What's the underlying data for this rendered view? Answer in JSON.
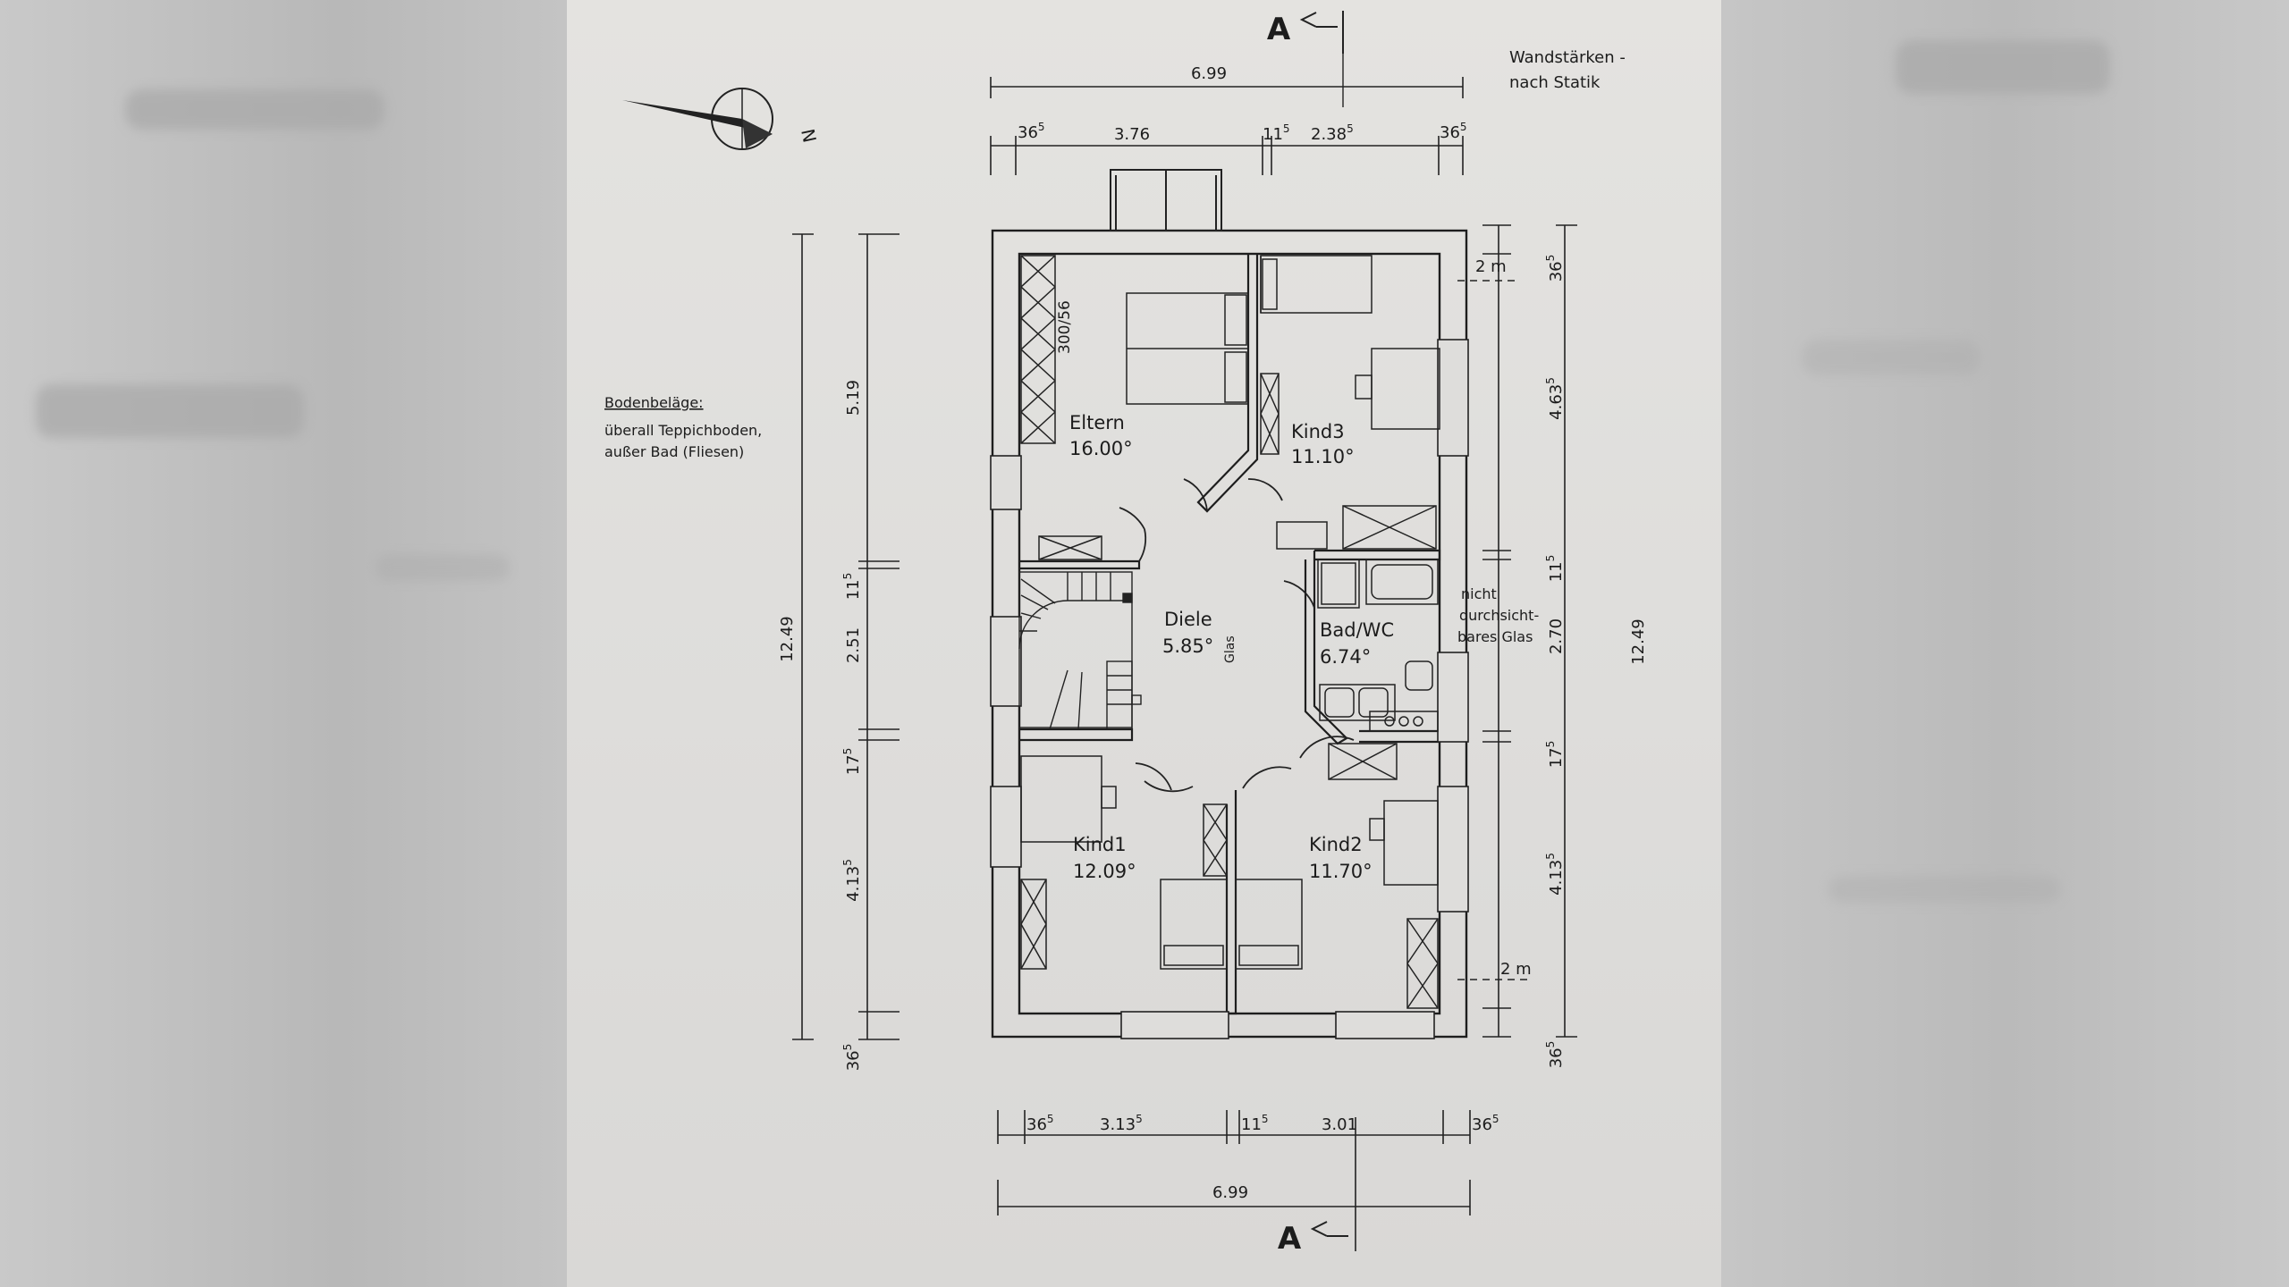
{
  "section_marker": {
    "letter": "A"
  },
  "notes": {
    "walls_line1": "Wandstärken -",
    "walls_line2": "nach Statik",
    "floor_title": "Bodenbeläge:",
    "floor_line1": "überall Teppichboden,",
    "floor_line2": "außer Bad (Fliesen)",
    "glass_line1": "nicht",
    "glass_line2": "durchsicht-",
    "glass_line3": "bares Glas"
  },
  "compass": {
    "label": "N"
  },
  "rooms": {
    "eltern": {
      "name": "Eltern",
      "area": "16.00°"
    },
    "kind3": {
      "name": "Kind3",
      "area": "11.10°"
    },
    "diele": {
      "name": "Diele",
      "area": "5.85°"
    },
    "bad": {
      "name": "Bad/WC",
      "area": "6.74°"
    },
    "kind1": {
      "name": "Kind1",
      "area": "12.09°"
    },
    "kind2": {
      "name": "Kind2",
      "area": "11.70°"
    }
  },
  "labels": {
    "window_eltern": "300/56",
    "glas": "Glas",
    "setback_top": "2 m",
    "setback_bottom": "2 m"
  },
  "dims": {
    "top_total": "6.99",
    "top_a": "36",
    "top_a_sup": "5",
    "top_b": "3.76",
    "top_c": "11",
    "top_c_sup": "5",
    "top_d": "2.38",
    "top_d_sup": "5",
    "top_e": "36",
    "top_e_sup": "5",
    "bottom_total": "6.99",
    "bottom_a": "36",
    "bottom_a_sup": "5",
    "bottom_b": "3.13",
    "bottom_b_sup": "5",
    "bottom_c": "11",
    "bottom_c_sup": "5",
    "bottom_d": "3.01",
    "bottom_e": "36",
    "bottom_e_sup": "5",
    "left_total": "12.49",
    "left_a": "5.19",
    "left_b": "11",
    "left_b_sup": "5",
    "left_c": "2.51",
    "left_d": "17",
    "left_d_sup": "5",
    "left_e": "4.13",
    "left_e_sup": "5",
    "left_f": "36",
    "left_f_sup": "5",
    "right_total": "12.49",
    "right_a": "36",
    "right_a_sup": "5",
    "right_b": "4.63",
    "right_b_sup": "5",
    "right_c": "11",
    "right_c_sup": "5",
    "right_d": "2.70",
    "right_e": "17",
    "right_e_sup": "5",
    "right_f": "4.13",
    "right_f_sup": "5",
    "right_g": "36",
    "right_g_sup": "5"
  }
}
